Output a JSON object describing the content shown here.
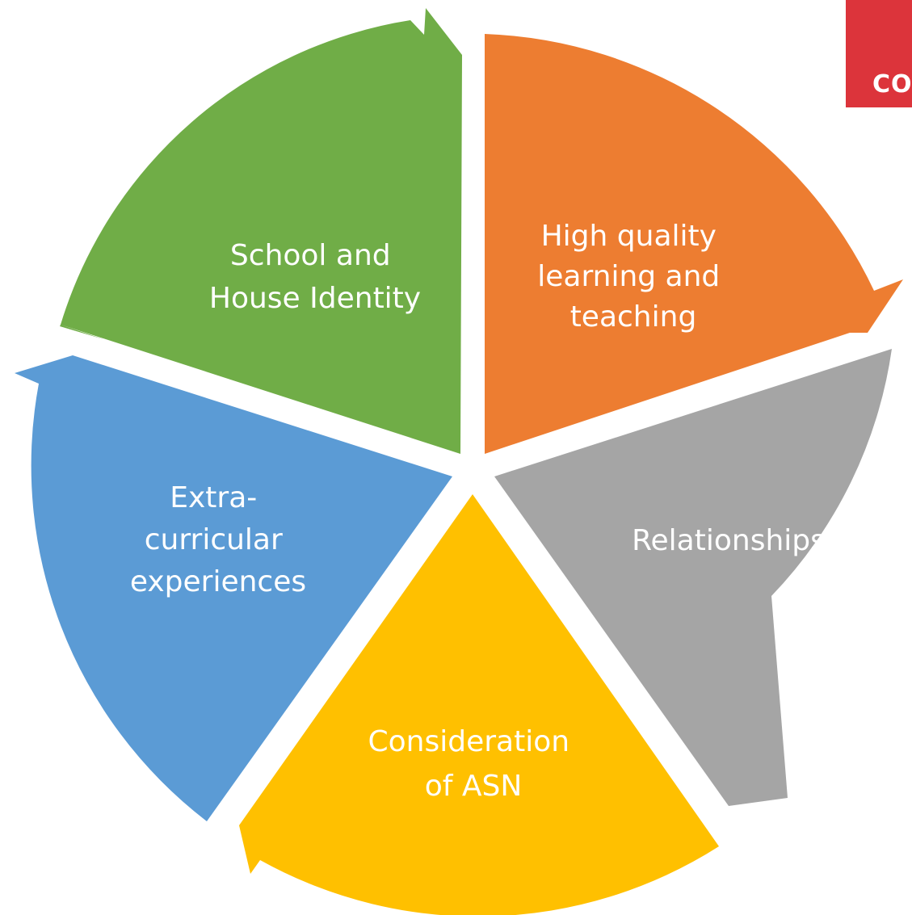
{
  "logo": {
    "text": "CO",
    "color": "#DC343B"
  },
  "cycle": {
    "segments": [
      {
        "id": "identity",
        "lines": [
          "School and",
          "House Identity"
        ],
        "color": "#70AD47"
      },
      {
        "id": "teaching",
        "lines": [
          "High quality",
          "learning and",
          "teaching"
        ],
        "color": "#ED7D31"
      },
      {
        "id": "relationships",
        "lines": [
          "Relationships"
        ],
        "color": "#A5A5A5"
      },
      {
        "id": "asn",
        "lines": [
          "Consideration",
          "of ASN"
        ],
        "color": "#FFC000"
      },
      {
        "id": "extracurricular",
        "lines": [
          "Extra-",
          "curricular",
          "experiences"
        ],
        "color": "#5B9BD5"
      }
    ]
  }
}
